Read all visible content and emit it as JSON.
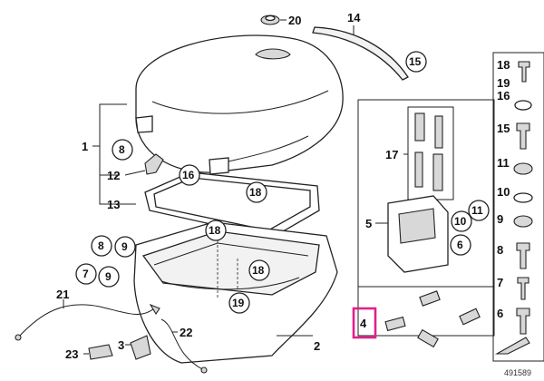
{
  "diagram": {
    "doc_number": "491589",
    "plain_labels": [
      {
        "id": "lbl-20",
        "text": "20"
      },
      {
        "id": "lbl-14",
        "text": "14"
      },
      {
        "id": "lbl-1",
        "text": "1"
      },
      {
        "id": "lbl-12",
        "text": "12"
      },
      {
        "id": "lbl-13",
        "text": "13"
      },
      {
        "id": "lbl-17",
        "text": "17"
      },
      {
        "id": "lbl-5",
        "text": "5"
      },
      {
        "id": "lbl-2",
        "text": "2"
      },
      {
        "id": "lbl-21",
        "text": "21"
      },
      {
        "id": "lbl-22",
        "text": "22"
      },
      {
        "id": "lbl-3",
        "text": "3"
      },
      {
        "id": "lbl-23",
        "text": "23"
      }
    ],
    "callouts": [
      {
        "id": "c-15",
        "text": "15"
      },
      {
        "id": "c-8a",
        "text": "8"
      },
      {
        "id": "c-16",
        "text": "16"
      },
      {
        "id": "c-18a",
        "text": "18"
      },
      {
        "id": "c-18b",
        "text": "18"
      },
      {
        "id": "c-8b",
        "text": "8"
      },
      {
        "id": "c-9a",
        "text": "9"
      },
      {
        "id": "c-18c",
        "text": "18"
      },
      {
        "id": "c-7",
        "text": "7"
      },
      {
        "id": "c-9b",
        "text": "9"
      },
      {
        "id": "c-19",
        "text": "19"
      },
      {
        "id": "c-11",
        "text": "11"
      },
      {
        "id": "c-10",
        "text": "10"
      },
      {
        "id": "c-6",
        "text": "6"
      }
    ],
    "highlighted": {
      "text": "4",
      "color": "#e0218a"
    },
    "sidebar_items": [
      {
        "text": "18"
      },
      {
        "text": "19"
      },
      {
        "text": "16"
      },
      {
        "text": "15"
      },
      {
        "text": "11"
      },
      {
        "text": "10"
      },
      {
        "text": "9"
      },
      {
        "text": "8"
      },
      {
        "text": "7"
      },
      {
        "text": "6"
      }
    ]
  }
}
